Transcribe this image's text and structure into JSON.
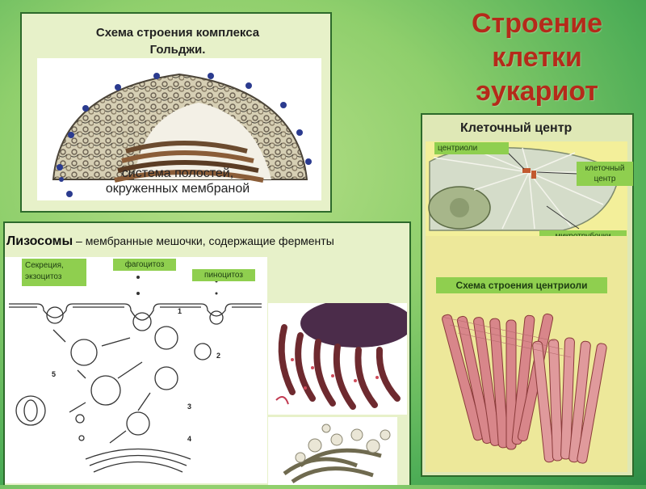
{
  "title": {
    "line1": "Строение",
    "line2": "клетки",
    "line3": "эукариот"
  },
  "golgi": {
    "caption_line1": "Схема строения комплекса",
    "caption_line2": "Гольджи.",
    "overlay_line1": "система полостей,",
    "overlay_line2": "окруженных мембраной"
  },
  "cell_center": {
    "title": "Клеточный центр",
    "label_centrioles": "центриоли",
    "label_cc_line1": "клеточный",
    "label_cc_line2": "центр",
    "label_microtubules": "микротрубочки",
    "label_scheme": "Схема строения центриоли"
  },
  "lysosomes": {
    "title_bold": "Лизосомы",
    "title_rest": " – мембранные мешочки, содержащие ферменты",
    "label_secretion_line1": "Секреция,",
    "label_secretion_line2": "экзоцитоз",
    "label_phagocytosis": "фагоцитоз",
    "label_pinocytosis": "пиноцитоз",
    "diagram_numbers": [
      "1",
      "2",
      "3",
      "4",
      "5"
    ]
  }
}
